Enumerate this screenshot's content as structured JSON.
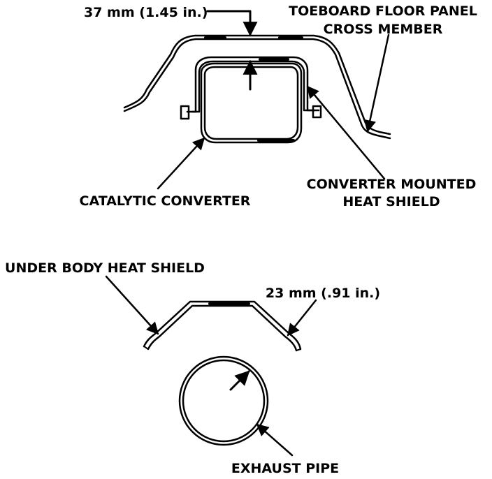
{
  "labels": {
    "dim_top": "37 mm (1.45 in.)",
    "toeboard_line1": "TOEBOARD FLOOR PANEL",
    "toeboard_line2": "CROSS MEMBER",
    "catalytic_converter": "CATALYTIC CONVERTER",
    "converter_shield_line1": "CONVERTER MOUNTED",
    "converter_shield_line2": "HEAT SHIELD",
    "under_body_shield": "UNDER BODY HEAT SHIELD",
    "dim_bottom": "23 mm (.91 in.)",
    "exhaust_pipe": "EXHAUST PIPE"
  },
  "colors": {
    "line": "#000000",
    "background": "#ffffff"
  }
}
